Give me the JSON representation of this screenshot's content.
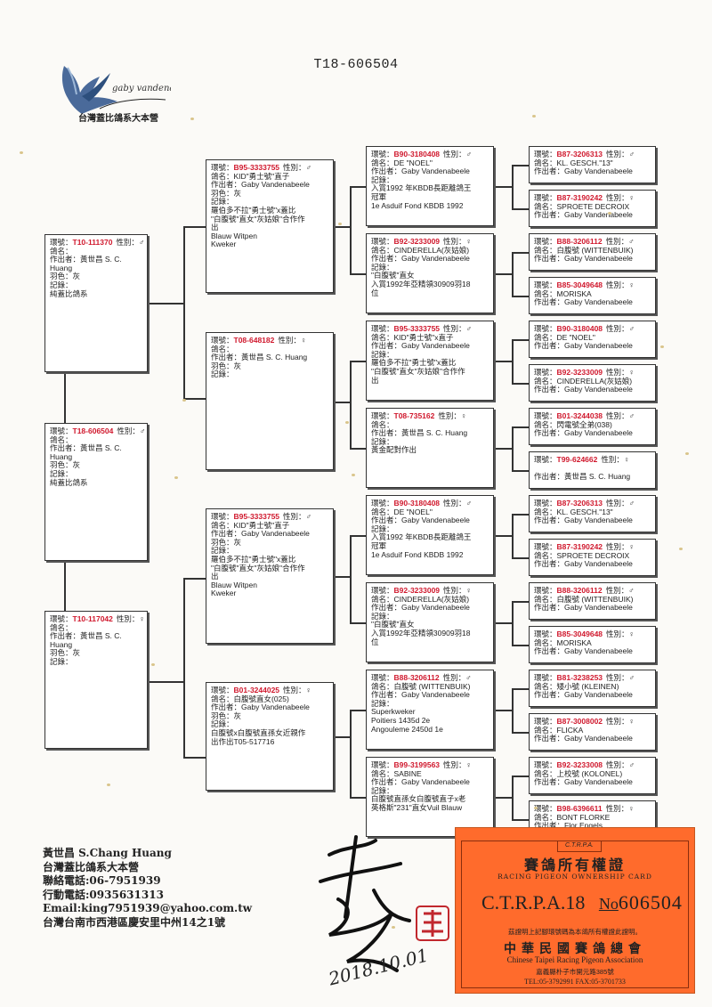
{
  "header": {
    "title": "T18-606504"
  },
  "logo": {
    "script_text": "gaby vandenabeele",
    "caption": "台灣蓋比鴿系大本營"
  },
  "pedigree": {
    "subject": {
      "ring": "T18-606504",
      "sex_label": "性別：♂",
      "ring_prefix": "環號：",
      "lines": [
        "鴿名：",
        "作出者：黃世昌 S. C. Huang",
        "羽色：灰",
        "記錄：",
        "純蓋比鴿系"
      ]
    },
    "sire": {
      "ring": "T10-111370",
      "sex_label": "性別：♂",
      "ring_prefix": "環號：",
      "lines": [
        "鴿名：",
        "作出者：黃世昌 S. C. Huang",
        "羽色：灰",
        "記錄：",
        "純蓋比鴿系"
      ]
    },
    "dam": {
      "ring": "T10-117042",
      "sex_label": "性別：♀",
      "ring_prefix": "環號：",
      "lines": [
        "鴿名：",
        "作出者：黃世昌 S. C. Huang",
        "羽色：灰",
        "記錄："
      ]
    },
    "gen2": [
      {
        "ring": "B95-3333755",
        "sex_label": "性別：♂",
        "ring_prefix": "環號：",
        "lines": [
          "鴿名：KID\"勇士號\"直子",
          "作出者：Gaby Vandenabeele",
          "羽色：灰",
          "記錄：",
          "羅伯多不拉\"勇士號\"x蓋比",
          "\"白腹號\"直女\"灰姑娘\"合作作",
          "出",
          "Blauw Witpen",
          "Kweker"
        ]
      },
      {
        "ring": "T08-648182",
        "sex_label": "性別：♀",
        "ring_prefix": "環號：",
        "lines": [
          "鴿名：",
          "作出者：黃世昌 S. C. Huang",
          "羽色：灰",
          "記錄："
        ]
      },
      {
        "ring": "B95-3333755",
        "sex_label": "性別：♂",
        "ring_prefix": "環號：",
        "lines": [
          "鴿名：KID\"勇士號\"直子",
          "作出者：Gaby Vandenabeele",
          "羽色：灰",
          "記錄：",
          "羅伯多不拉\"勇士號\"x蓋比",
          "\"白腹號\"直女\"灰姑娘\"合作作",
          "出",
          "Blauw Witpen",
          "Kweker"
        ]
      },
      {
        "ring": "B01-3244025",
        "sex_label": "性別：♀",
        "ring_prefix": "環號：",
        "lines": [
          "鴿名：白腹號直女(025)",
          "作出者：Gaby Vandenabeele",
          "羽色：灰",
          "記錄：",
          "白腹號x白腹號直孫女近親作",
          "出作出T05-517716"
        ]
      }
    ],
    "gen3": [
      {
        "ring": "B90-3180408",
        "sex_label": "性別：♂",
        "ring_prefix": "環號：",
        "lines": [
          "鴿名：DE \"NOEL\"",
          "作出者：Gaby Vandenabeele",
          "記錄：",
          "入賞1992 年KBDB長距離鴿王",
          "冠軍",
          "1e Asduif Fond KBDB 1992"
        ]
      },
      {
        "ring": "B92-3233009",
        "sex_label": "性別：♀",
        "ring_prefix": "環號：",
        "lines": [
          "鴿名：CINDERELLA(灰姑娘)",
          "作出者：Gaby Vandenabeele",
          "記錄：",
          "\"白腹號\"直女",
          "入賞1992年亞精領30909羽18",
          "位"
        ]
      },
      {
        "ring": "B95-3333755",
        "sex_label": "性別：♂",
        "ring_prefix": "環號：",
        "lines": [
          "鴿名：KID\"勇士號\"x直子",
          "作出者：Gaby Vandenabeele",
          "記錄：",
          "羅伯多不拉\"勇士號\"x蓋比",
          "\"白腹號\"直女\"灰姑娘\"合作作",
          "出"
        ]
      },
      {
        "ring": "T08-735162",
        "sex_label": "性別：♀",
        "ring_prefix": "環號：",
        "lines": [
          "鴿名：",
          "作出者：黃世昌 S. C. Huang",
          "記錄：",
          "黃金配對作出"
        ]
      },
      {
        "ring": "B90-3180408",
        "sex_label": "性別：♂",
        "ring_prefix": "環號：",
        "lines": [
          "鴿名：DE \"NOEL\"",
          "作出者：Gaby Vandenabeele",
          "記錄：",
          "入賞1992 年KBDB長距離鴿王",
          "冠軍",
          "1e Asduif Fond KBDB 1992"
        ]
      },
      {
        "ring": "B92-3233009",
        "sex_label": "性別：♀",
        "ring_prefix": "環號：",
        "lines": [
          "鴿名：CINDERELLA(灰姑娘)",
          "作出者：Gaby Vandenabeele",
          "記錄：",
          "\"白腹號\"直女",
          "入賞1992年亞精領30909羽18",
          "位"
        ]
      },
      {
        "ring": "B88-3206112",
        "sex_label": "性別：♂",
        "ring_prefix": "環號：",
        "lines": [
          "鴿名：白腹號 (WITTENBUIK)",
          "作出者：Gaby Vandenabeele",
          "記錄：",
          "Superkweker",
          "Poitiers 1435d 2e",
          "Angouleme 2450d 1e"
        ]
      },
      {
        "ring": "B99-3199563",
        "sex_label": "性別：♀",
        "ring_prefix": "環號：",
        "lines": [
          "鴿名：SABINE",
          "作出者：Gaby Vandenabeele",
          "記錄：",
          "白腹號直孫女白腹號直子x老",
          "英格斯\"231\"直女Vuil Blauw"
        ]
      }
    ],
    "gen4": [
      {
        "ring": "B87-3206313",
        "sex_label": "性別：♂",
        "ring_prefix": "環號：",
        "lines": [
          "鴿名：KL. GESCH.\"13\"",
          "作出者：Gaby Vandenabeele"
        ]
      },
      {
        "ring": "B87-3190242",
        "sex_label": "性別：♀",
        "ring_prefix": "環號：",
        "lines": [
          "鴿名：SPROETE DECROIX",
          "作出者：Gaby Vandenabeele"
        ]
      },
      {
        "ring": "B88-3206112",
        "sex_label": "性別：♂",
        "ring_prefix": "環號：",
        "lines": [
          "鴿名：白腹號 (WITTENBUIK)",
          "作出者：Gaby Vandenabeele"
        ]
      },
      {
        "ring": "B85-3049648",
        "sex_label": "性別：♀",
        "ring_prefix": "環號：",
        "lines": [
          "鴿名：MORISKA",
          "作出者：Gaby Vandenabeele"
        ]
      },
      {
        "ring": "B90-3180408",
        "sex_label": "性別：♂",
        "ring_prefix": "環號：",
        "lines": [
          "鴿名：DE \"NOEL\"",
          "作出者：Gaby Vandenabeele"
        ]
      },
      {
        "ring": "B92-3233009",
        "sex_label": "性別：♀",
        "ring_prefix": "環號：",
        "lines": [
          "鴿名：CINDERELLA(灰姑娘)",
          "作出者：Gaby Vandenabeele"
        ]
      },
      {
        "ring": "B01-3244038",
        "sex_label": "性別：♂",
        "ring_prefix": "環號：",
        "lines": [
          "鴿名：閃電號全弟(038)",
          "作出者：Gaby Vandenabeele"
        ]
      },
      {
        "ring": "T99-624662",
        "sex_label": "性別：♀",
        "ring_prefix": "環號：",
        "lines": [
          "",
          "作出者：黃世昌 S. C. Huang"
        ]
      },
      {
        "ring": "B87-3206313",
        "sex_label": "性別：♂",
        "ring_prefix": "環號：",
        "lines": [
          "鴿名：KL. GESCH.\"13\"",
          "作出者：Gaby Vandenabeele"
        ]
      },
      {
        "ring": "B87-3190242",
        "sex_label": "性別：♀",
        "ring_prefix": "環號：",
        "lines": [
          "鴿名：SPROETE DECROIX",
          "作出者：Gaby Vandenabeele"
        ]
      },
      {
        "ring": "B88-3206112",
        "sex_label": "性別：♂",
        "ring_prefix": "環號：",
        "lines": [
          "鴿名：白腹號 (WITTENBUIK)",
          "作出者：Gaby Vandenabeele"
        ]
      },
      {
        "ring": "B85-3049648",
        "sex_label": "性別：♀",
        "ring_prefix": "環號：",
        "lines": [
          "鴿名：MORISKA",
          "作出者：Gaby Vandenabeele"
        ]
      },
      {
        "ring": "B81-3238253",
        "sex_label": "性別：♂",
        "ring_prefix": "環號：",
        "lines": [
          "鴿名：矮小號 (KLEINEN)",
          "作出者：Gaby Vandenabeele"
        ]
      },
      {
        "ring": "B87-3008002",
        "sex_label": "性別：♀",
        "ring_prefix": "環號：",
        "lines": [
          "鴿名：FLICKA",
          "作出者：Gaby Vandenabeele"
        ]
      },
      {
        "ring": "B92-3233008",
        "sex_label": "性別：♂",
        "ring_prefix": "環號：",
        "lines": [
          "鴿名：上校號 (KOLONEL)",
          "作出者：Gaby Vandenabeele"
        ]
      },
      {
        "ring": "B98-6396611",
        "sex_label": "性別：♀",
        "ring_prefix": "環號：",
        "lines": [
          "鴿名：BONT FLORKE",
          "作出者：Flor Engels"
        ]
      }
    ]
  },
  "contact": {
    "lines": [
      "黃世昌 S.Chang Huang",
      "台灣蓋比鴿系大本營",
      "聯絡電話:06-7951939",
      "行動電話:0935631313",
      "Email:king7951939@yahoo.com.tw",
      "台灣台南市西港區慶安里中州14之1號"
    ]
  },
  "certificate": {
    "tab": "C.T.R.P.A.",
    "title": "賽鴿所有權證",
    "subtitle": "RACING PIGEON OWNERSHIP CARD",
    "prefix": "C.T.R.P.A.18",
    "no_label": "No",
    "number": "606504",
    "note": "茲證明上記腳環號碼為本鴿所有權證此證明。",
    "org": "中華民國賽鴿總會",
    "org_en": "Chinese Taipei Racing Pigeon Association",
    "address": "嘉義縣朴子市開元路385號",
    "tel": "TEL:05-3792991  FAX:05-3701733",
    "colors": {
      "background": "#ff6b2c"
    }
  },
  "signature": {
    "date": "2018.10.01"
  }
}
